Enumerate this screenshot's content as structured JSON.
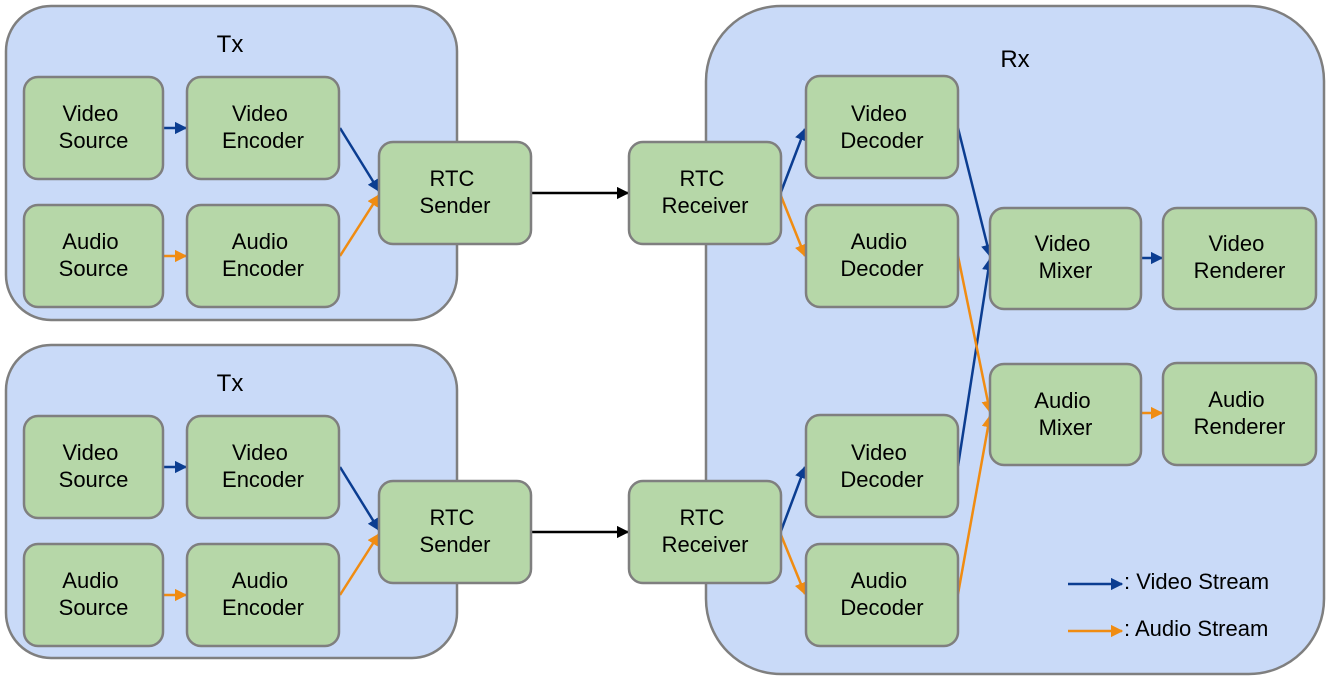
{
  "colors": {
    "video": "#0b3d91",
    "audio": "#f08c12",
    "network": "#000000"
  },
  "groups": [
    {
      "id": "tx1",
      "title": "Tx"
    },
    {
      "id": "tx2",
      "title": "Tx"
    },
    {
      "id": "rx",
      "title": "Rx"
    }
  ],
  "nodes": {
    "tx1_video_source": [
      "Video",
      "Source"
    ],
    "tx1_video_encoder": [
      "Video",
      "Encoder"
    ],
    "tx1_audio_source": [
      "Audio",
      "Source"
    ],
    "tx1_audio_encoder": [
      "Audio",
      "Encoder"
    ],
    "tx1_rtc_sender": [
      "RTC",
      "Sender"
    ],
    "tx2_video_source": [
      "Video",
      "Source"
    ],
    "tx2_video_encoder": [
      "Video",
      "Encoder"
    ],
    "tx2_audio_source": [
      "Audio",
      "Source"
    ],
    "tx2_audio_encoder": [
      "Audio",
      "Encoder"
    ],
    "tx2_rtc_sender": [
      "RTC",
      "Sender"
    ],
    "rx_rtc_receiver_1": [
      "RTC",
      "Receiver"
    ],
    "rx_rtc_receiver_2": [
      "RTC",
      "Receiver"
    ],
    "rx_video_decoder_1": [
      "Video",
      "Decoder"
    ],
    "rx_audio_decoder_1": [
      "Audio",
      "Decoder"
    ],
    "rx_video_decoder_2": [
      "Video",
      "Decoder"
    ],
    "rx_audio_decoder_2": [
      "Audio",
      "Decoder"
    ],
    "rx_video_mixer": [
      "Video",
      "Mixer"
    ],
    "rx_video_renderer": [
      "Video",
      "Renderer"
    ],
    "rx_audio_mixer": [
      "Audio",
      "Mixer"
    ],
    "rx_audio_renderer": [
      "Audio",
      "Renderer"
    ]
  },
  "legend": {
    "video_label": ": Video Stream",
    "audio_label": ": Audio Stream"
  }
}
